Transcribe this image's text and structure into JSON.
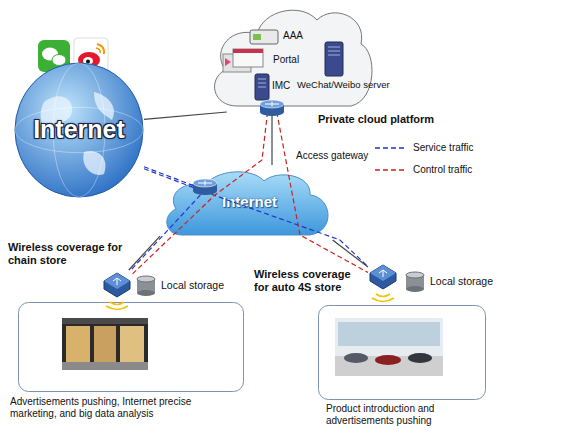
{
  "diagram": {
    "nodes": [
      {
        "text": [
          "Private cloud platform"
        ]
      },
      {
        "text": [
          "AAA"
        ],
        "in": 0
      },
      {
        "text": [
          "Portal"
        ],
        "in": 0
      },
      {
        "text": [
          "IMC"
        ],
        "in": 0
      },
      {
        "text": [
          "WeChat/Weibo server"
        ],
        "in": 0
      },
      {
        "text": [
          "Internet"
        ]
      },
      {
        "text": [
          "Internet"
        ]
      },
      {
        "text": [
          "Wireless coverage for chain store"
        ]
      },
      {
        "text": [
          "Local storage"
        ]
      },
      {
        "text": [
          "Advertisements pushing, Internet precise marketing, and big data analysis"
        ]
      },
      {
        "text": [
          "Wireless coverage for auto 4S store"
        ]
      },
      {
        "text": [
          "Local storage"
        ]
      },
      {
        "text": [
          "Product introduction and advertisements pushing"
        ]
      }
    ],
    "edges": [
      {
        "from": 5,
        "to": 0,
        "arrow": "none"
      },
      {
        "from": 0,
        "to": 6,
        "arrow": "none"
      },
      {
        "from": 6,
        "to": 7,
        "arrow": "none"
      },
      {
        "from": 6,
        "to": 10,
        "arrow": "none"
      },
      {
        "from": 5,
        "to": 7,
        "arrow": "none"
      },
      {
        "from": 5,
        "to": 10,
        "arrow": "none"
      },
      {
        "from": 0,
        "to": 7,
        "arrow": "none"
      },
      {
        "from": 0,
        "to": 10,
        "arrow": "none"
      }
    ],
    "labels": [
      "Access gateway"
    ],
    "legend": [
      {
        "text": "Service traffic"
      },
      {
        "text": "Control traffic"
      }
    ]
  }
}
